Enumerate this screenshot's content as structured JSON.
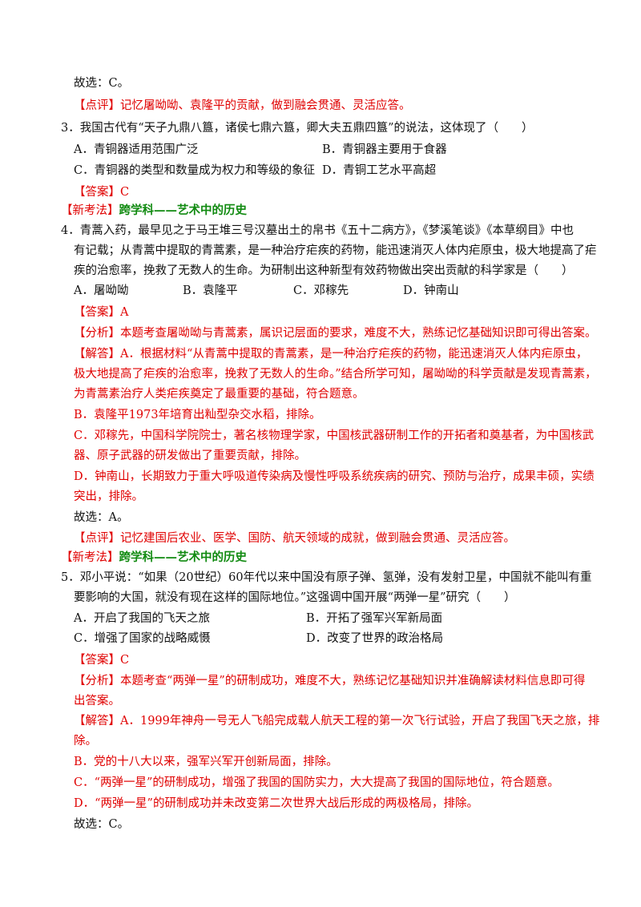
{
  "q2_tail": {
    "guxuan": "故选：C。",
    "dianping_tag": "【点评】",
    "dianping": "记忆屠呦呦、袁隆平的贡献，做到融会贯通、灵活应答。"
  },
  "q3": {
    "stem": "3．我国古代有“天子九鼎八簋，诸侯七鼎六簋，卿大夫五鼎四簋”的说法，这体现了（　　）",
    "opt_a": "A．青铜器适用范围广泛",
    "opt_b": "B．青铜器主要用于食器",
    "opt_c": "C．青铜器的类型和数量成为权力和等级的象征",
    "opt_d": "D．青铜工艺水平高超",
    "answer_tag": "【答案】",
    "answer": "C"
  },
  "section1": {
    "tag": "【新考法】",
    "title": "跨学科——艺术中的历史"
  },
  "q4": {
    "stem_1": "4．青蒿入药，最早见之于马王堆三号汉墓出土的帛书《五十二病方》，《梦溪笔谈》《本草纲目》中也",
    "stem_2": "有记载；从青蒿中提取的青蒿素，是一种治疗疟疾的药物，能迅速消灭人体内疟原虫，极大地提高了疟",
    "stem_3": "疾的治愈率，挽救了无数人的生命。为研制出这种新型有效药物做出突出贡献的科学家是（　　）",
    "opt_a": "A．屠呦呦",
    "opt_b": "B．袁隆平",
    "opt_c": "C．邓稼先",
    "opt_d": "D．钟南山",
    "answer_tag": "【答案】",
    "answer": "A",
    "analysis_tag": "【分析】",
    "analysis": "本题考查屠呦呦与青蒿素，属识记层面的要求，难度不大，熟练记忆基础知识即可得出答案。",
    "solution_tag": "【解答】",
    "sol_1": "A．根据材料“从青蒿中提取的青蒿素，是一种治疗疟疾的药物，能迅速消灭人体内疟原虫，",
    "sol_2": "极大地提高了疟疾的治愈率，挽救了无数人的生命。”结合所学可知，屠呦呦的科学贡献是发现青蒿素，",
    "sol_3": "为青蒿素治疗人类疟疾奠定了最重要的基础，符合题意。",
    "sol_b": "B．袁隆平1973年培育出籼型杂交水稻，排除。",
    "sol_c1": "C．邓稼先，中国科学院院士，著名核物理学家，中国核武器研制工作的开拓者和奠基者，为中国核武",
    "sol_c2": "器、原子武器的研发做出了重要贡献，排除。",
    "sol_d1": "D．钟南山，长期致力于重大呼吸道传染病及慢性呼吸系统疾病的研究、预防与治疗，成果丰硕，实绩",
    "sol_d2": "突出，排除。",
    "guxuan": "故选：A。",
    "dianping_tag": "【点评】",
    "dianping": "记忆建国后农业、医学、国防、航天领域的成就，做到融会贯通、灵活应答。"
  },
  "section2": {
    "tag": "【新考法】",
    "title": "跨学科——艺术中的历史"
  },
  "q5": {
    "stem_1": "5．邓小平说：“如果（20世纪）60年代以来中国没有原子弹、氢弹，没有发射卫星，中国就不能叫有重",
    "stem_2": "要影响的大国，就没有现在这样的国际地位。”这强调中国开展“两弹一星”研究（　　）",
    "opt_a": "A．开启了我国的飞天之旅",
    "opt_b": "B．开拓了强军兴军新局面",
    "opt_c": "C．增强了国家的战略威慑",
    "opt_d": "D．改变了世界的政治格局",
    "answer_tag": "【答案】",
    "answer": "C",
    "analysis_tag": "【分析】",
    "analysis_1": "本题考查“两弹一星”的研制成功，难度不大，熟练记忆基础知识并准确解读材料信息即可得",
    "analysis_2": "出答案。",
    "solution_tag": "【解答】",
    "sol_a1": "A．1999年神舟一号无人飞船完成载人航天工程的第一次飞行试验，开启了我国飞天之旅，排",
    "sol_a2": "除。",
    "sol_b": "B．党的十八大以来，强军兴军开创新局面，排除。",
    "sol_c": "C．“两弹一星”的研制成功，增强了我国的国防实力，大大提高了我国的国际地位，符合题意。",
    "sol_d": "D．“两弹一星”的研制成功并未改变第二次世界大战后形成的两极格局，排除。",
    "guxuan": "故选：C。"
  }
}
